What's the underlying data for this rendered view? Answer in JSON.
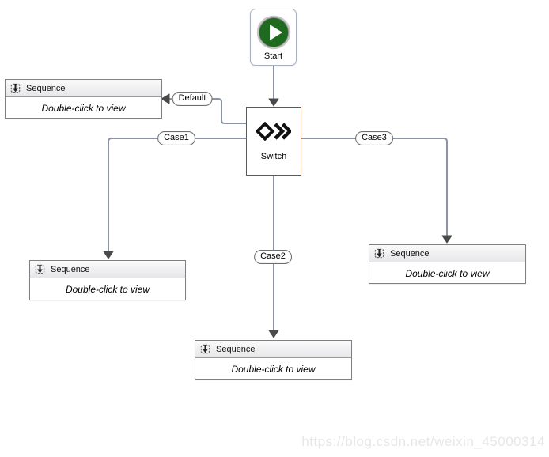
{
  "diagram": {
    "start": {
      "label": "Start"
    },
    "switch": {
      "label": "Switch"
    },
    "sequences": [
      {
        "title": "Sequence",
        "body": "Double-click to view"
      },
      {
        "title": "Sequence",
        "body": "Double-click to view"
      },
      {
        "title": "Sequence",
        "body": "Double-click to view"
      },
      {
        "title": "Sequence",
        "body": "Double-click to view"
      }
    ],
    "connector_labels": {
      "default": "Default",
      "case1": "Case1",
      "case2": "Case2",
      "case3": "Case3"
    }
  },
  "icons": {
    "start": "play-icon",
    "switch": "switch-diamond-icon",
    "sequence": "sequence-icon"
  },
  "watermark": {
    "text": "https://blog.csdn.net/weixin_45000314"
  },
  "colors": {
    "connector": "#8b94a5",
    "arrowhead": "#4a4a4a",
    "switch_border": "#8b4a2b",
    "sequence_border": "#808080",
    "start_green": "#1e6b1f",
    "watermark": "#e7e7eb"
  }
}
